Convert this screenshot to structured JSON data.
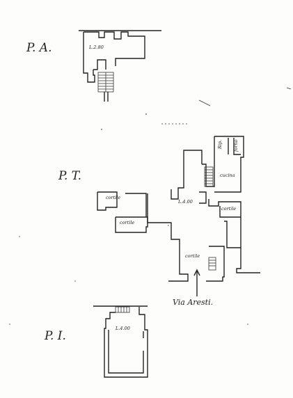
{
  "floors": {
    "upper": {
      "label": "P. A.",
      "room": "L.2.80"
    },
    "ground": {
      "label": "P. T.",
      "rooms": {
        "cortile_left": "cortile",
        "cortile_small": "cortile",
        "main": "L.4.00",
        "cortile_right": "cortile",
        "cortile_bottom": "cortile",
        "cucina": "cucina",
        "rip": "Rip.",
        "forno": "forno"
      },
      "street": "Via Aresti."
    },
    "lower": {
      "label": "P. I.",
      "room": "L.4.00"
    }
  }
}
